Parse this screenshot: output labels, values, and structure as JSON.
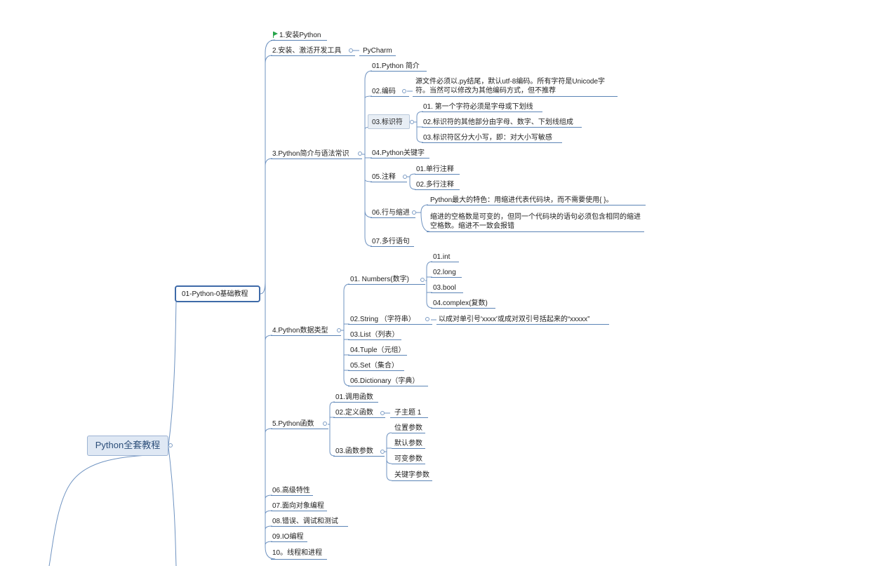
{
  "root": "Python全套教程",
  "main_topic": "01-Python-0基础教程",
  "branches": {
    "install_python": "1.安装Python",
    "install_ide": "2.安装、激活开发工具",
    "pycharm": "PyCharm",
    "intro_syntax": "3.Python简介与语法常识",
    "intro": "01.Python 简介",
    "encoding": "02.编码",
    "encoding_desc": "源文件必须以.py结尾，默认utf-8编码。所有字符是Unicode字符。当然可以修改为其他编码方式，但不推荐",
    "identifier": "03.标识符",
    "identifier_1": "01. 第一个字符必须是字母或下划线",
    "identifier_2": "02.标识符的其他部分由字母、数字、下划线组成",
    "identifier_3": "03.标识符区分大小写，即：对大小写敏感",
    "keywords": "04.Python关键字",
    "comments": "05.注释",
    "comment_single": "01.单行注释",
    "comment_multi": "02.多行注释",
    "indent": "06.行与缩进",
    "indent_1": "Python最大的特色：用缩进代表代码块，而不需要使用{ }。",
    "indent_2": "缩进的空格数是可变的，但同一个代码块的语句必须包含相同的缩进空格数。缩进不一致会报错",
    "multiline": "07.多行语句",
    "datatypes": "4.Python数据类型",
    "numbers": "01. Numbers(数字)",
    "int": "01.int",
    "long": "02.long",
    "bool": "03.bool",
    "complex": "04.complex(复数)",
    "string": "02.String （字符串）",
    "string_desc": "以成对单引号'xxxx'或成对双引号括起来的“xxxxx”",
    "list": "03.List（列表）",
    "tuple": "04.Tuple（元组）",
    "set": "05.Set（集合）",
    "dict": "06.Dictionary（字典）",
    "functions": "5.Python函数",
    "call_func": "01.调用函数",
    "def_func": "02.定义函数",
    "subtopic": "子主题 1",
    "func_params": "03.函数参数",
    "param_pos": "位置参数",
    "param_default": "默认参数",
    "param_var": "可变参数",
    "param_kw": "关键字参数",
    "advanced": "06.高级特性",
    "oop": "07.面向对象编程",
    "errors": "08.错误、调试和测试",
    "io": "09.IO编程",
    "threads": "10。线程和进程"
  },
  "colors": {
    "line": "#5b84b6",
    "root_fill": "#dfe8f4",
    "main_border": "#3e6aa8",
    "flag": "#27a64b"
  }
}
